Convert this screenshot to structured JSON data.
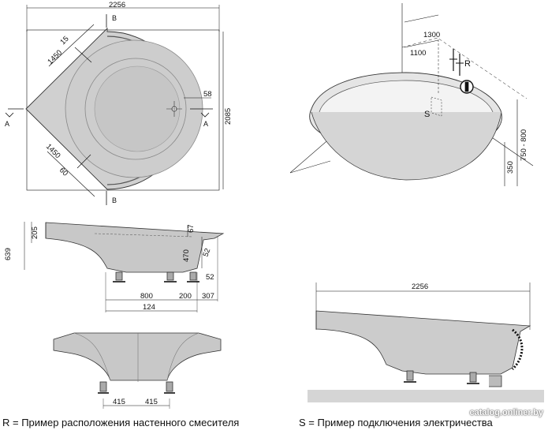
{
  "top_view": {
    "width": "2256",
    "depth": "2085",
    "side_upper": "1450",
    "side_lower": "1450",
    "rim_upper": "15",
    "rim_lower": "60",
    "drain": "58",
    "section_a": "A",
    "section_b": "B"
  },
  "side_view": {
    "height": "639",
    "rim": "205",
    "top_offset": "67",
    "inner_height": "470",
    "angle": "52",
    "foot": "52",
    "width_a": "800",
    "width_b": "200",
    "width_c": "307",
    "width_d": "124"
  },
  "front_view": {
    "left": "415",
    "right": "415"
  },
  "perspective": {
    "dim_1300": "1300",
    "dim_1100": "1100",
    "height_range": "750 - 800",
    "height_350": "350",
    "label_r": "R",
    "label_s": "S"
  },
  "profile_view": {
    "width": "2256"
  },
  "legend": {
    "r_text": "R = Пример расположения настенного смесителя",
    "s_text": "S = Пример подключения электричества"
  },
  "watermark": "catalog.onliner.by"
}
